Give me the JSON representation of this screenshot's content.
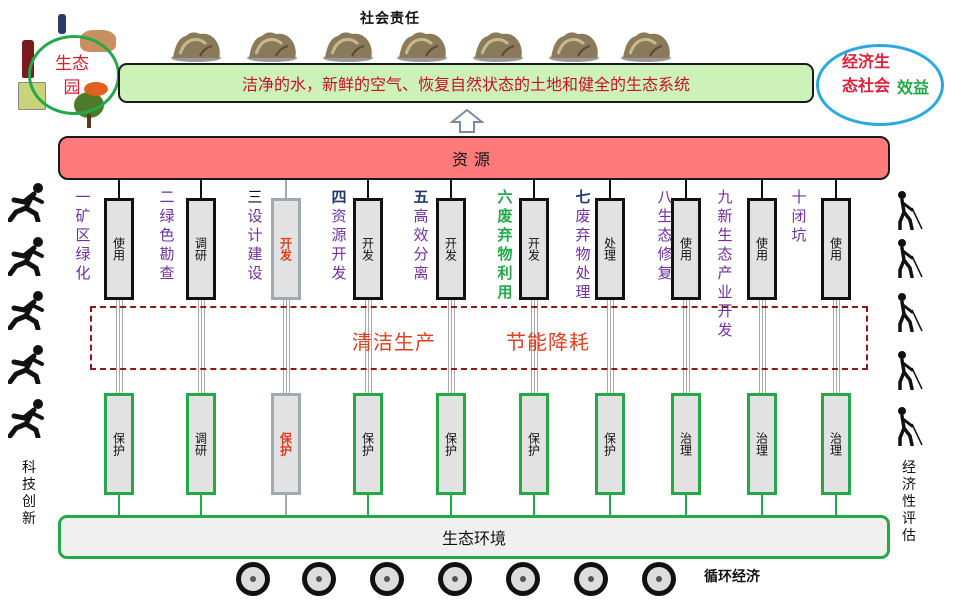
{
  "top": {
    "title": "社会责任"
  },
  "banner": {
    "text": "洁净的水，新鲜的空气、恢复自然状态的土地和健全的生态系统"
  },
  "eco_garden": {
    "label": "生态园"
  },
  "benefit": {
    "text": "经济生态社会",
    "word": "效益"
  },
  "resource": {
    "label": "资源"
  },
  "middle": {
    "clean": "清洁生产",
    "save": "节能降耗"
  },
  "environment": {
    "label": "生态环境"
  },
  "left_side": {
    "label": "科技创新"
  },
  "right_side": {
    "label": "经济性评估"
  },
  "circular": {
    "label": "循环经济"
  },
  "columns": [
    {
      "num": "一",
      "text": "矿区绿化",
      "top": "使用",
      "bottom": "保护",
      "color": "#7030a0"
    },
    {
      "num": "二",
      "text": "绿色勘查",
      "top": "调研",
      "bottom": "调研",
      "color": "#7030a0"
    },
    {
      "num": "三",
      "text": "设计建设",
      "top": "开发",
      "bottom": "保护",
      "color": "#7030a0"
    },
    {
      "num": "四",
      "text": "资源开发",
      "top": "开发",
      "bottom": "保护",
      "color": "#7030a0"
    },
    {
      "num": "五",
      "text": "高效分离",
      "top": "开发",
      "bottom": "保护",
      "color": "#7030a0"
    },
    {
      "num": "六",
      "text": "废弃物利用",
      "top": "开发",
      "bottom": "保护",
      "color": "#24a84a"
    },
    {
      "num": "七",
      "text": "废弃物处理",
      "top": "处理",
      "bottom": "保护",
      "color": "#7030a0"
    },
    {
      "num": "八",
      "text": "生态修复",
      "top": "使用",
      "bottom": "治理",
      "color": "#7030a0"
    },
    {
      "num": "九",
      "text": "新生态产业开发",
      "top": "使用",
      "bottom": "治理",
      "color": "#7030a0"
    },
    {
      "num": "十",
      "text": "闭坑",
      "top": "使用",
      "bottom": "治理",
      "color": "#7030a0"
    }
  ],
  "colors": {
    "banner_bg": "#ccf2b8",
    "resource_bg": "#ff7b7b",
    "accent_green": "#24a84a",
    "accent_red": "#e04020"
  }
}
